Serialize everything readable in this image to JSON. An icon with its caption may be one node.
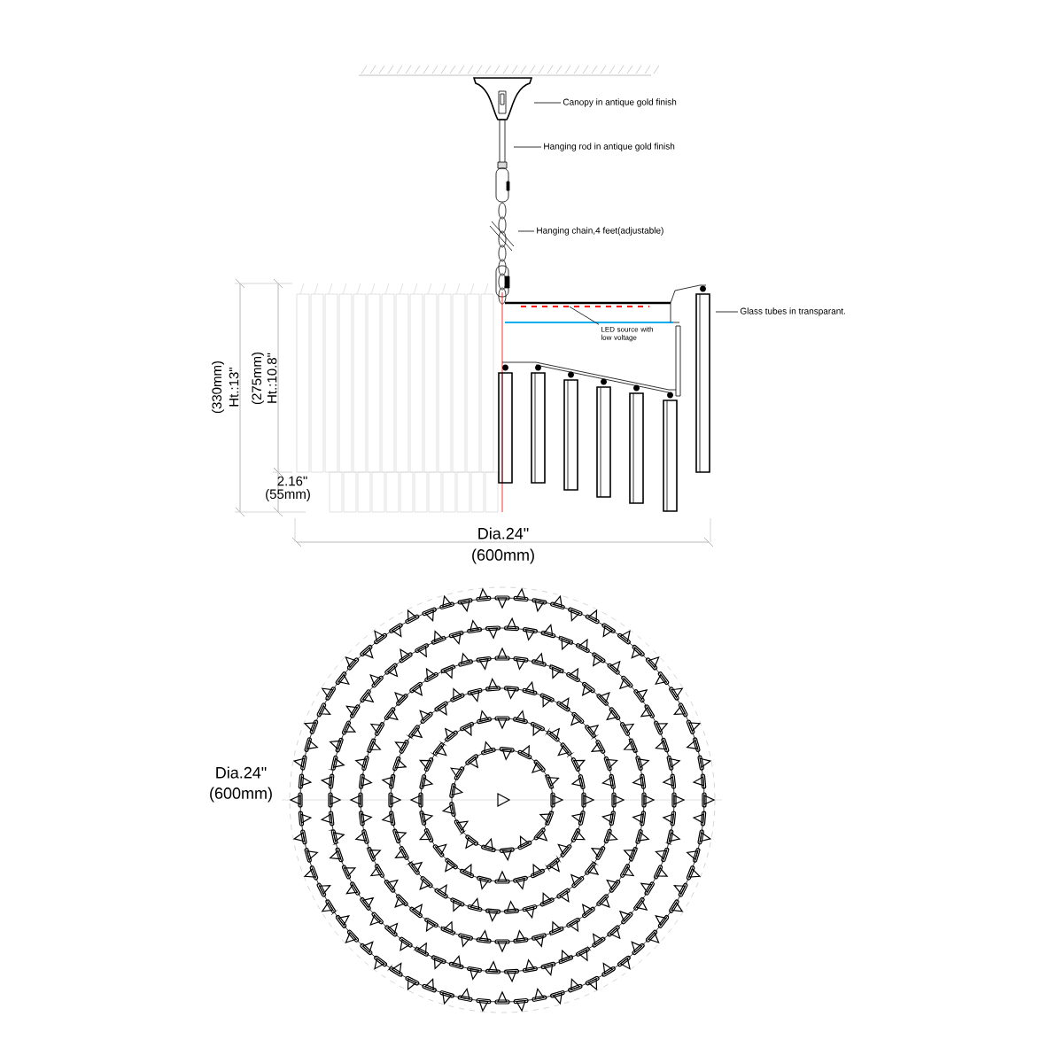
{
  "diagram": {
    "nodes": [
      {
        "text": [
          "Canopy in antique gold finish"
        ]
      },
      {
        "text": [
          "Hanging rod in antique gold finish"
        ]
      },
      {
        "text": [
          "Hanging chain,4 feet(adjustable)"
        ]
      },
      {
        "text": [
          "LED source with low voltage"
        ]
      },
      {
        "text": [
          "Glass tubes in transparant."
        ]
      }
    ],
    "edges": [
      {
        "from": 0,
        "to": null,
        "arrow": "none"
      },
      {
        "from": 1,
        "to": null,
        "arrow": "none"
      },
      {
        "from": 2,
        "to": null,
        "arrow": "none"
      },
      {
        "from": 3,
        "to": null,
        "arrow": "none"
      },
      {
        "from": 4,
        "to": null,
        "arrow": "none"
      }
    ],
    "labels": [
      "Ht.:10.8\"",
      "(275mm)",
      "Ht.:13\"",
      "(330mm)",
      "2.16\"",
      "(55mm)",
      "Dia.24\"",
      "(600mm)",
      "Dia.24\"",
      "(600mm)"
    ]
  }
}
